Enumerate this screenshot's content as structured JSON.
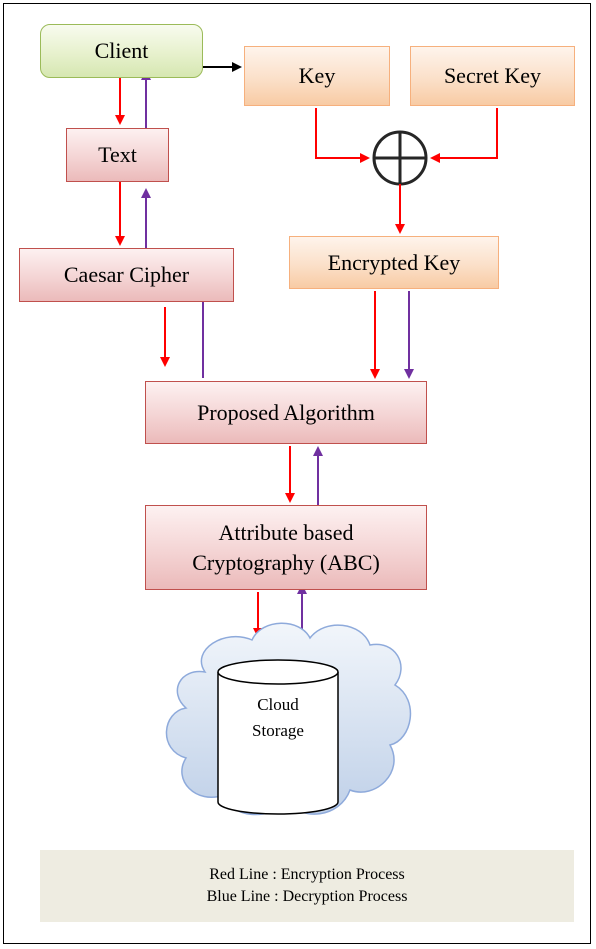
{
  "nodes": {
    "client": "Client",
    "key": "Key",
    "secret_key": "Secret Key",
    "text": "Text",
    "caesar_cipher": "Caesar Cipher",
    "encrypted_key": "Encrypted Key",
    "proposed_algorithm": "Proposed Algorithm",
    "abc_line1": "Attribute based",
    "abc_line2": "Cryptography (ABC)",
    "cloud_line1": "Cloud",
    "cloud_line2": "Storage"
  },
  "legend": {
    "encryption": "Red Line : Encryption Process",
    "decryption": "Blue Line : Decryption Process"
  },
  "colors": {
    "encryption_line": "#ff0000",
    "decryption_line": "#7030a0",
    "neutral_line": "#000000"
  },
  "icons": [
    "xor-operator-icon",
    "cloud-icon",
    "database-cylinder-icon"
  ]
}
